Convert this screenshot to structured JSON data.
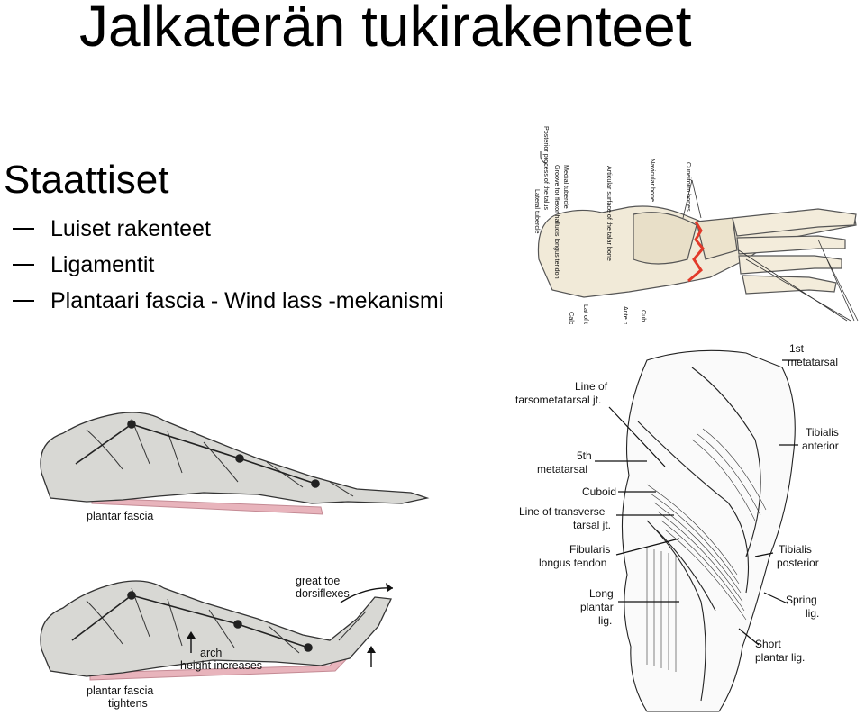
{
  "title": "Jalkaterän tukirakenteet",
  "section_heading": "Staattiset",
  "bullets": [
    "Luiset rakenteet",
    "Ligamentit",
    "Plantaari fascia  - Wind lass -mekanismi"
  ],
  "figure_top": {
    "labels": [
      "Posterior process of the talus",
      "Medial tubercle",
      "Groove for flexor hallucis longus tendon",
      "Lateral tubercle",
      "Articular surface of the talar bone",
      "Navicular bone",
      "Cuneiform bones",
      "Ante proc of th",
      "Lat of t calc",
      "Calc",
      "Cub"
    ]
  },
  "figure_windlass": {
    "label_plantar_fascia": "plantar fascia",
    "label_great_toe": "great toe",
    "label_dorsiflexes": "dorsiflexes",
    "label_arch": "arch",
    "label_height_increases": "height increases",
    "label_pf2_line1": "plantar fascia",
    "label_pf2_line2": "tightens",
    "colors": {
      "fascia": "#e8b4bc",
      "bone": "#d8d8d4"
    }
  },
  "figure_plantar": {
    "labels": {
      "first_metatarsal_1": "1st",
      "first_metatarsal_2": "metatarsal",
      "tarsometatarsal_1": "Line of",
      "tarsometatarsal_2": "tarsometatarsal jt.",
      "fifth_metatarsal_1": "5th",
      "fifth_metatarsal_2": "metatarsal",
      "cuboid": "Cuboid",
      "transverse_1": "Line of transverse",
      "transverse_2": "tarsal jt.",
      "fibularis_1": "Fibularis",
      "fibularis_2": "longus tendon",
      "long_plantar_1": "Long",
      "long_plantar_2": "plantar",
      "long_plantar_3": "lig.",
      "tibialis_anterior_1": "Tibialis",
      "tibialis_anterior_2": "anterior",
      "tibialis_posterior_1": "Tibialis",
      "tibialis_posterior_2": "posterior",
      "spring_1": "Spring",
      "spring_2": "lig.",
      "short_plantar_1": "Short",
      "short_plantar_2": "plantar lig."
    }
  }
}
